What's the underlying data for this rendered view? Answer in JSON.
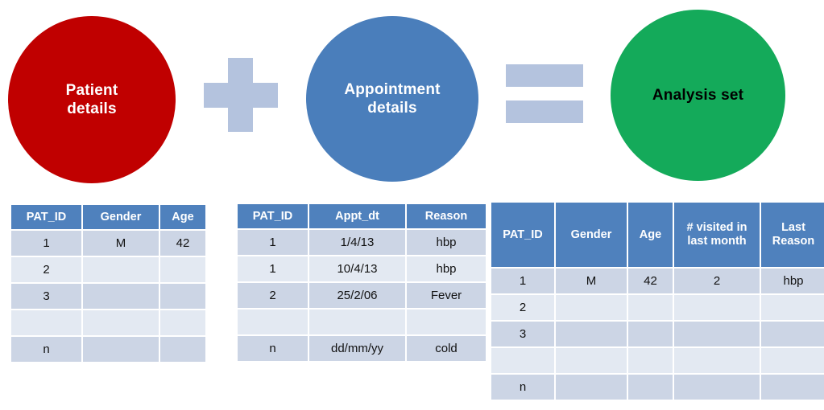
{
  "diagram": {
    "nodes": [
      {
        "id": "patient",
        "label_line1": "Patient",
        "label_line2": "details",
        "color": "#c00000",
        "text_color": "#ffffff"
      },
      {
        "id": "appointment",
        "label_line1": "Appointment",
        "label_line2": "details",
        "color": "#4a7ebb",
        "text_color": "#ffffff"
      },
      {
        "id": "analysis",
        "label_line1": "Analysis set",
        "label_line2": "",
        "color": "#14aa5a",
        "text_color": "#000000"
      }
    ],
    "operators": [
      {
        "id": "plus",
        "symbol": "+",
        "color": "#b4c3de"
      },
      {
        "id": "equals",
        "symbol": "=",
        "color": "#b4c3de"
      }
    ]
  },
  "tables": {
    "patient": {
      "title": "Patient details",
      "headers": [
        "PAT_ID",
        "Gender",
        "Age"
      ],
      "rows": [
        [
          "1",
          "M",
          "42"
        ],
        [
          "2",
          "",
          ""
        ],
        [
          "3",
          "",
          ""
        ],
        [
          "",
          "",
          ""
        ],
        [
          "n",
          "",
          ""
        ]
      ]
    },
    "appointment": {
      "title": "Appointment details",
      "headers": [
        "PAT_ID",
        "Appt_dt",
        "Reason"
      ],
      "rows": [
        [
          "1",
          "1/4/13",
          "hbp"
        ],
        [
          "1",
          "10/4/13",
          "hbp"
        ],
        [
          "2",
          "25/2/06",
          "Fever"
        ],
        [
          "",
          "",
          ""
        ],
        [
          "n",
          "dd/mm/yy",
          "cold"
        ]
      ]
    },
    "analysis": {
      "title": "Analysis set",
      "headers": [
        "PAT_ID",
        "Gender",
        "Age",
        "# visited in last month",
        "Last Reason"
      ],
      "rows": [
        [
          "1",
          "M",
          "42",
          "2",
          "hbp"
        ],
        [
          "2",
          "",
          "",
          "",
          ""
        ],
        [
          "3",
          "",
          "",
          "",
          ""
        ],
        [
          "",
          "",
          "",
          "",
          ""
        ],
        [
          "n",
          "",
          "",
          "",
          ""
        ]
      ]
    }
  },
  "colors": {
    "header_blue": "#4f81bd",
    "row_dark": "#ccd5e5",
    "row_light": "#e3e9f2",
    "operator_blue": "#b4c3de",
    "red": "#c00000",
    "blue": "#4a7ebb",
    "green": "#14aa5a"
  }
}
